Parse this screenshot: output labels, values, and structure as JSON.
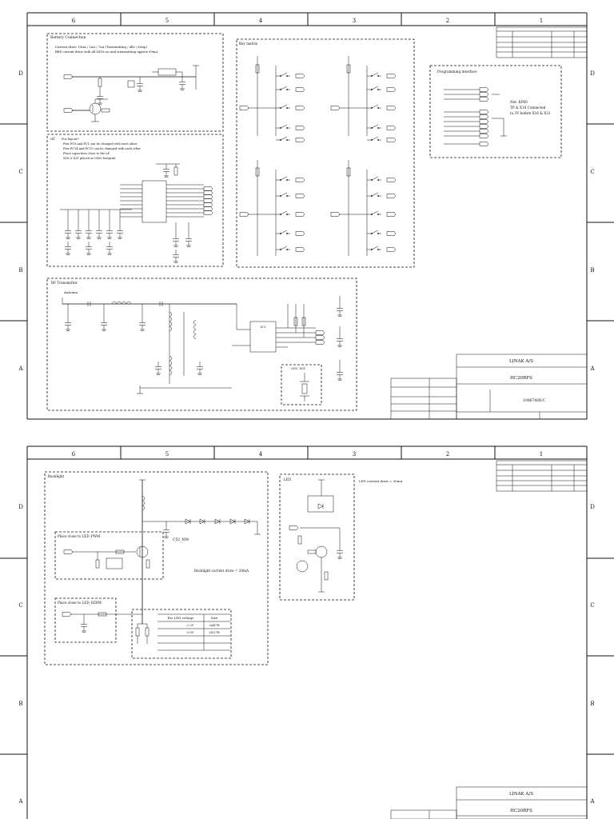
{
  "sheets": [
    {
      "zones_h": [
        "6",
        "5",
        "4",
        "3",
        "2",
        "1"
      ],
      "zones_v": [
        "D",
        "C",
        "B",
        "A"
      ],
      "blocks": {
        "battery": {
          "title": "Battery Connection",
          "note1": "Current draw: 18uA / 2uA / 7uA  (Transmitting / idle / sleep)",
          "note2": "BBS current draw with all LEDs on and transmitting approx 90mA"
        },
        "ucpu": {
          "title": "uC",
          "question": "For layout?",
          "notes": [
            "Pins PC0 and PC1 can be changed with each other",
            "Pins PC14 and PC15 can be changed with each other",
            "Place capacitors close to the uP",
            "X16 & X31 placed as 0805 footprint"
          ]
        },
        "keymatrix": {
          "title": "Key matrix"
        },
        "programming": {
          "title": "Programming interface",
          "note1": "Net: KP60",
          "note2": "TP & X18 Connected",
          "note3": "to 3V before X16 & X31"
        },
        "rf": {
          "title": "RF Transmitter",
          "antenna": "Antenna",
          "ic": "IC1",
          "xtal": "OSC_X01"
        }
      },
      "title_block": {
        "company": "LINAK A/S",
        "product": "HC20RFS",
        "doc": "1006748X-C"
      }
    },
    {
      "zones_h": [
        "6",
        "5",
        "4",
        "3",
        "2",
        "1"
      ],
      "zones_v": [
        "D",
        "C",
        "B",
        "A"
      ],
      "blocks": {
        "backlight": {
          "title": "Backlight",
          "pwm_box": "Place close to LED_PWM",
          "hdim_box": "Place close to LED_HDIM",
          "c52": "C52_NM",
          "current": "Backlight current draw = 20mA",
          "table_h1": "For LED voltage",
          "table_h2": "Size",
          "rows": [
            [
              "2.2V",
              "2x47R"
            ],
            [
              "3.0V",
              "2X27R"
            ]
          ]
        },
        "led": {
          "title": "LED",
          "current": "LED current draw = 30mA"
        }
      },
      "title_block": {
        "company": "LINAK A/S",
        "product": "HC20RFS"
      }
    }
  ]
}
